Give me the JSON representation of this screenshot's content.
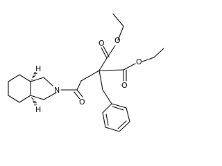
{
  "molecule": {
    "atom_labels": {
      "ester_carbonyl_o_1": "O",
      "ester_ether_o_1": "O",
      "ester_ether_o_2": "O",
      "ester_carbonyl_o_2": "O",
      "amide_o": "O",
      "amide_n": "N",
      "stereo_h_top": "H",
      "stereo_h_bottom": "H"
    }
  }
}
